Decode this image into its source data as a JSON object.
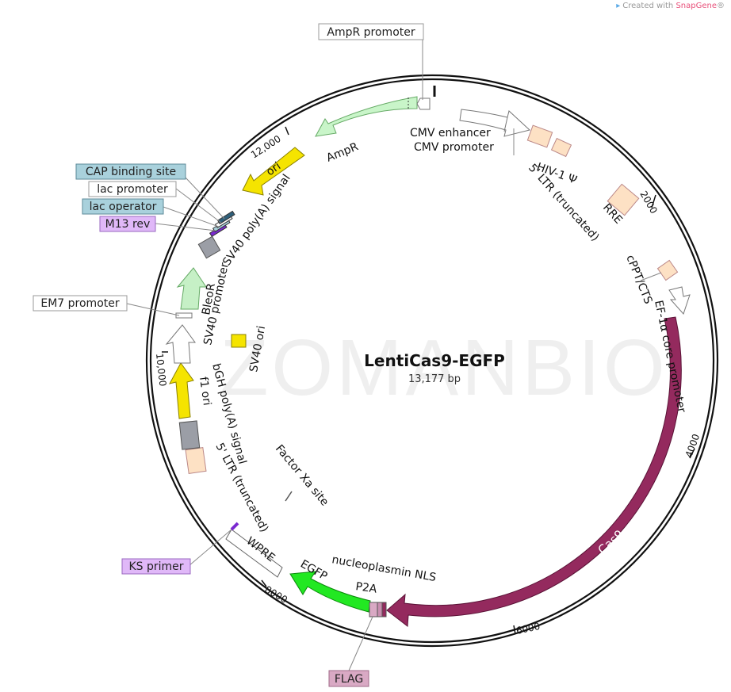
{
  "brand": {
    "prefix": "Created with",
    "name": "SnapGene",
    "suffix": "®"
  },
  "plasmid": {
    "name": "LentiCas9-EGFP",
    "size": "13,177 bp",
    "watermark": "ZOMANBIO"
  },
  "ticks": [
    "2000",
    "4000",
    "6000",
    "8000",
    "10,000",
    "12,000"
  ],
  "callouts": {
    "ampr_promoter": "AmpR promoter",
    "cap_binding_site": "CAP binding site",
    "lac_promoter": "lac promoter",
    "lac_operator": "lac operator",
    "m13_rev": "M13 rev",
    "em7_promoter": "EM7 promoter",
    "ks_primer": "KS primer",
    "flag": "FLAG"
  },
  "features": {
    "cmv_enhancer": "CMV enhancer",
    "cmv_promoter": "CMV promoter",
    "hiv_psi": "HIV-1 Ψ",
    "ltr5_top": "5' LTR (truncated)",
    "rre": "RRE",
    "cppt": "cPPT/CTS",
    "ef1a": "EF-1α core promoter",
    "cas9": "Cas9",
    "nls": "nucleoplasmin NLS",
    "p2a": "P2A",
    "egfp": "EGFP",
    "wpre": "WPRE",
    "factor_xa": "Factor Xa site",
    "ltr5_bottom": "5' LTR (truncated)",
    "bgh": "bGH poly(A) signal",
    "f1_ori": "f1 ori",
    "sv40_promoter": "SV40 promoter",
    "bleor": "BleoR",
    "sv40_ori": "SV40 ori",
    "sv40_polya": "SV40 poly(A) signal",
    "ori": "ori",
    "ampr": "AmpR"
  },
  "colors": {
    "cas9": "#942a5e",
    "egfp": "#22e822",
    "ampr": "#c9f5c9",
    "bleor": "#c6f0c6",
    "yellow": "#f5e400",
    "ltr": "#fde1c4",
    "grey": "#9b9ea6",
    "cap_box": "#a9d1dc",
    "purple_box": "#e0b8f8",
    "flag_box": "#d9a9c4"
  }
}
